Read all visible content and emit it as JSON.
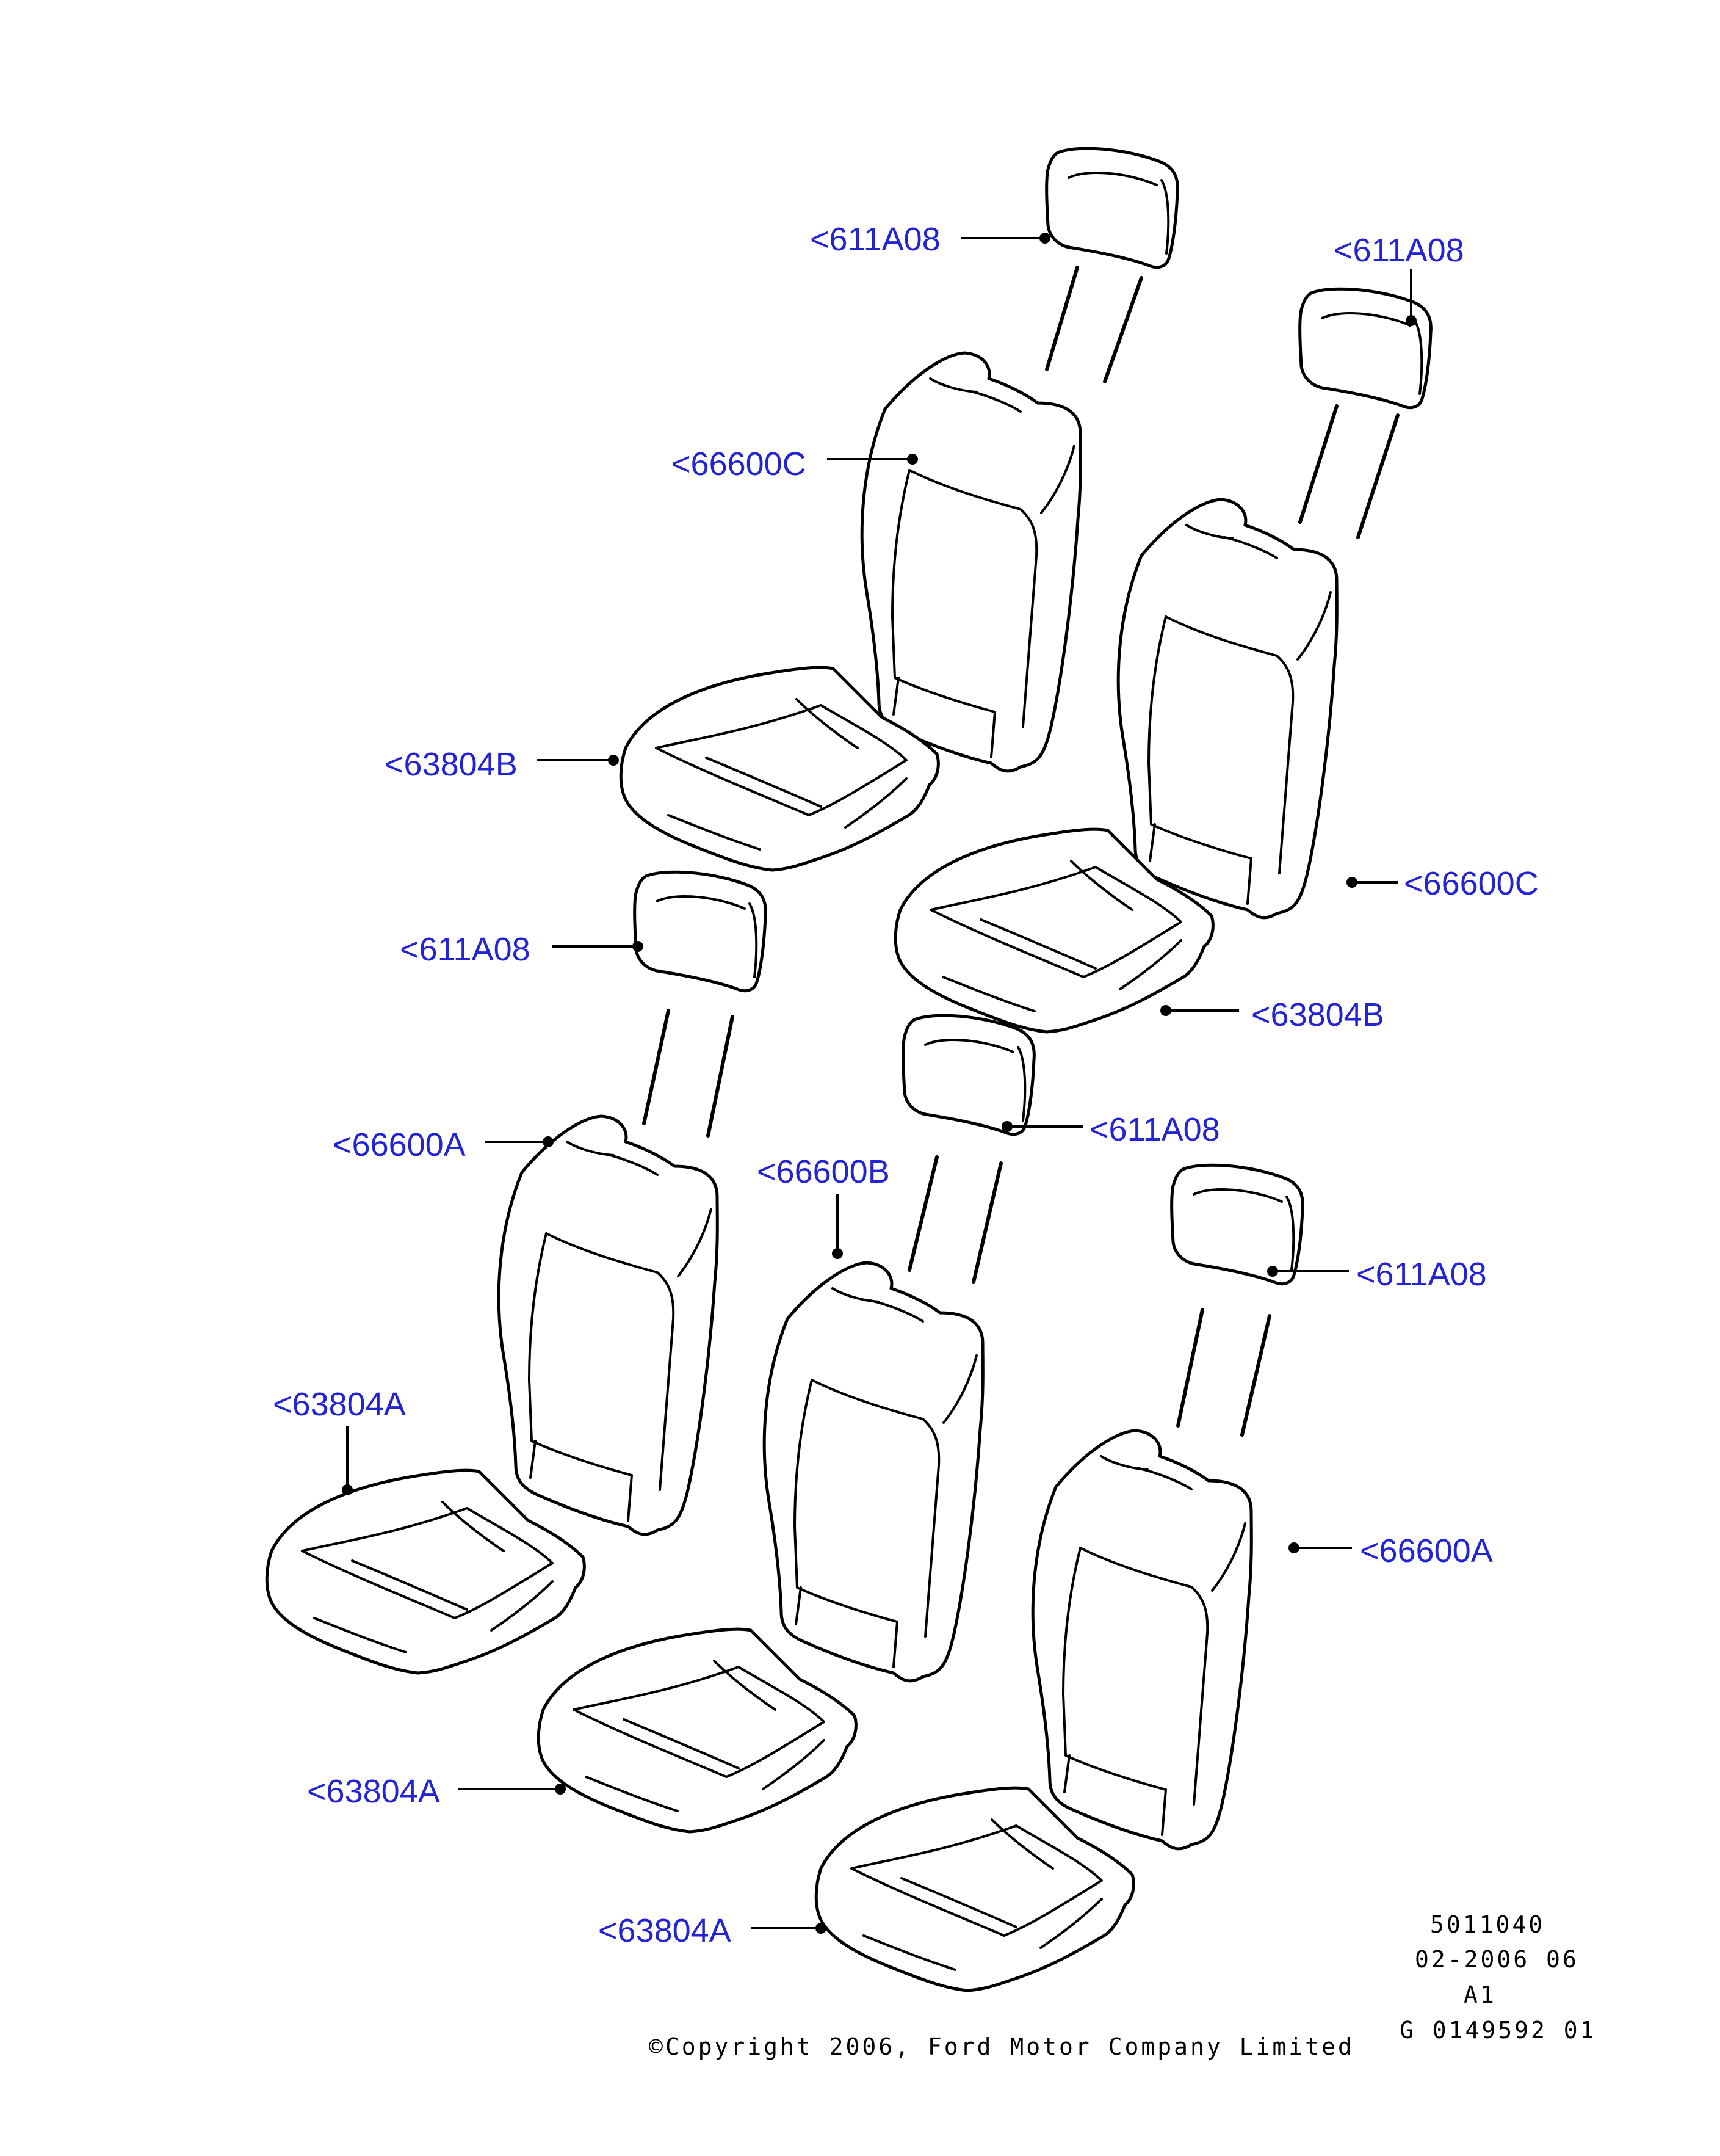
{
  "colors": {
    "callout": "#2323d6",
    "lines": "#000000",
    "background": "#ffffff"
  },
  "callouts": {
    "headrest_1": "<611A08",
    "headrest_2": "<611A08",
    "headrest_3": "<611A08",
    "headrest_4": "<611A08",
    "headrest_5": "<611A08",
    "back_c_1": "<66600C",
    "back_c_2": "<66600C",
    "back_a_1": "<66600A",
    "back_b": "<66600B",
    "back_a_2": "<66600A",
    "cushion_b_1": "<63804B",
    "cushion_b_2": "<63804B",
    "cushion_a_1": "<63804A",
    "cushion_a_2": "<63804A",
    "cushion_a_3": "<63804A"
  },
  "footer": {
    "ref_number": "5011040",
    "date": "02-2006 06",
    "revision": "A1",
    "drawing_id": "G 0149592 01",
    "copyright": "©Copyright 2006, Ford Motor Company Limited"
  }
}
